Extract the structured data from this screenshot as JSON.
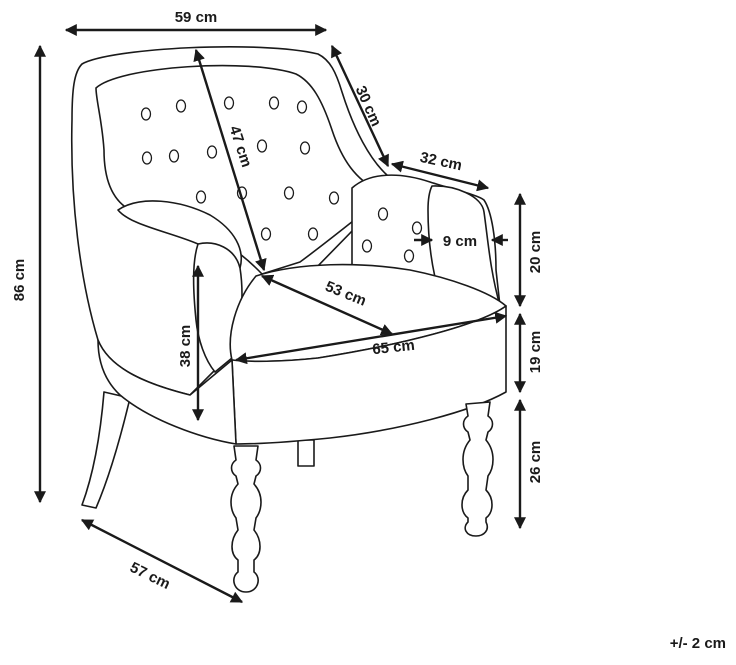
{
  "dimensions": {
    "width_top": "59 cm",
    "back_depth": "30 cm",
    "back_height": "47 cm",
    "armrest_length": "32 cm",
    "armrest_width": "9 cm",
    "armrest_height": "20 cm",
    "seat_depth": "53 cm",
    "seat_width": "65 cm",
    "seat_thickness": "19 cm",
    "arm_to_seat": "38 cm",
    "total_height": "86 cm",
    "leg_height": "26 cm",
    "depth_bottom": "57 cm"
  },
  "tolerance": "+/- 2 cm",
  "colors": {
    "line": "#1a1a1a",
    "background": "#ffffff"
  }
}
